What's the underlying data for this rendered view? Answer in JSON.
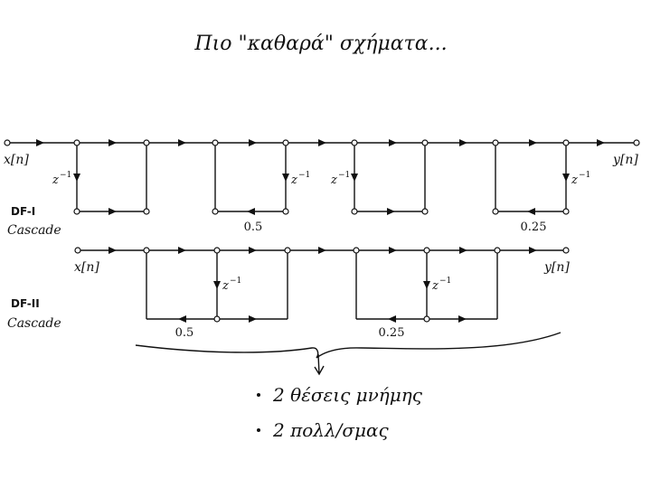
{
  "slide": {
    "title": "Πιο \"καθαρά\" σχήματα...",
    "df1": {
      "label_top": "DF-I",
      "label_bottom": "Cascade",
      "input": "x[n]",
      "output": "y[n]",
      "delay": "z",
      "delay_exp": "−1",
      "coef_a": "0.5",
      "coef_b": "0.25"
    },
    "df2": {
      "label_top": "DF-II",
      "label_bottom": "Cascade",
      "input": "x[n]",
      "output": "y[n]",
      "delay": "z",
      "delay_exp": "−1",
      "coef_a": "0.5",
      "coef_b": "0.25"
    },
    "notes": [
      "2 θέσεις μνήμης",
      "2 πολλ/σμας"
    ]
  }
}
